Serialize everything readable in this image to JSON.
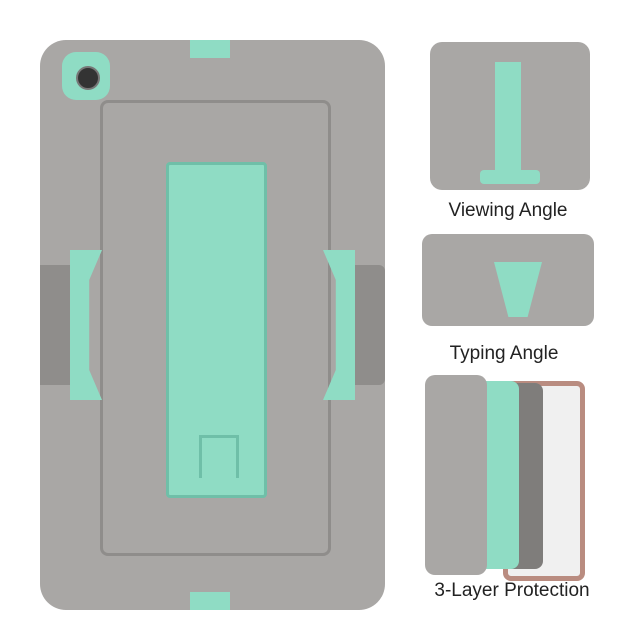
{
  "colors": {
    "case_gray": "#a9a7a5",
    "accent_mint": "#8fdcc4"
  },
  "labels": {
    "viewing": "Viewing Angle",
    "typing": "Typing Angle",
    "protection": "3-Layer Protection"
  }
}
